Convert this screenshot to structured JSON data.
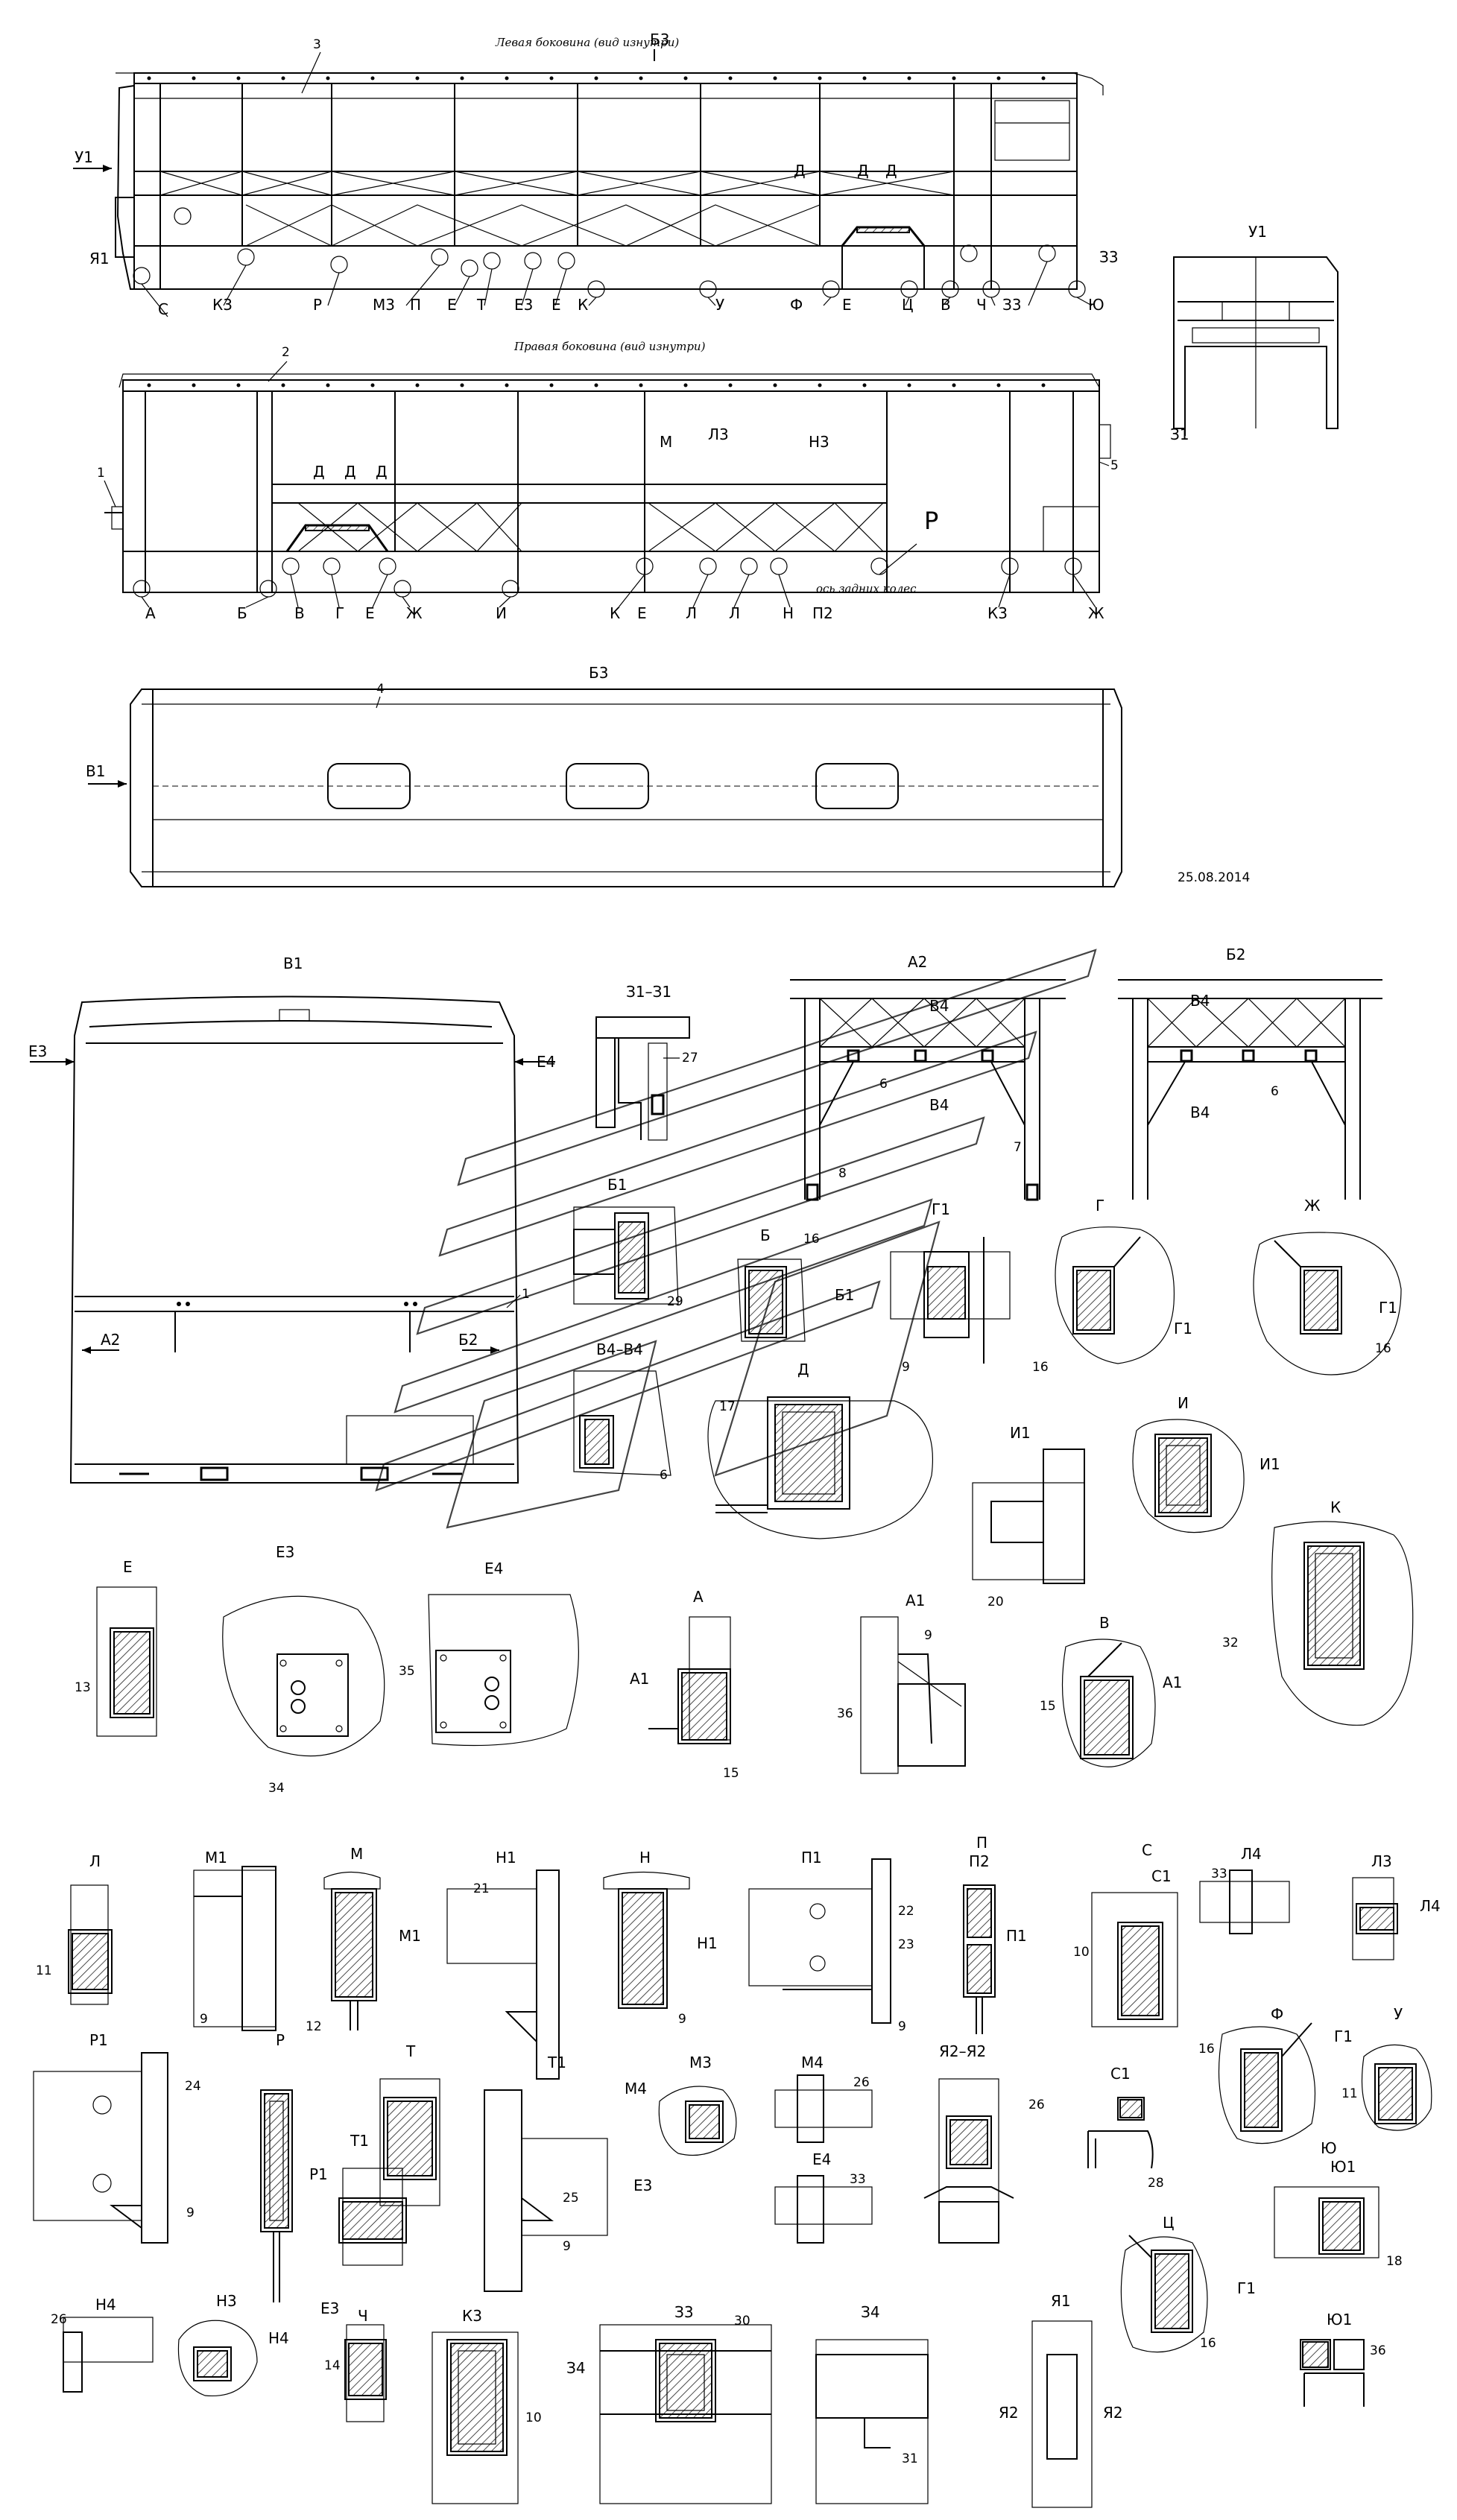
{
  "views": {
    "left_side_title": "Левая боковина (вид изнутри)",
    "right_side_title": "Правая боковина (вид изнутри)",
    "rear_axle_note": "ось задних колес",
    "date": "25.08.2014",
    "view_B3": "Б3",
    "view_U1": "У1",
    "view_V1": "В1",
    "view_Z1": "З1",
    "view_Z1Z1": "З1–З1",
    "view_A2": "А2",
    "view_B2": "Б2",
    "view_B1": "Б1",
    "view_V4V4": "В4–В4",
    "arrow_E3": "Е3",
    "arrow_E4": "Е4",
    "arrow_A2": "А2",
    "arrow_B2": "Б2",
    "arrow_V4": "В4",
    "arrow_B1": "Б1"
  },
  "left_side_letters": [
    "С",
    "К3",
    "Р",
    "М3",
    "П",
    "Е",
    "Т",
    "Е3",
    "Е",
    "К",
    "У",
    "Ф",
    "Е",
    "Ц",
    "В",
    "Ч",
    "З3",
    "Ю"
  ],
  "left_side_extra": [
    "Я1",
    "З3",
    "Д",
    "Д",
    "Д",
    "У1"
  ],
  "right_side_letters": [
    "А",
    "Б",
    "В",
    "Г",
    "Е",
    "Ж",
    "И",
    "К",
    "Е",
    "Л",
    "Л",
    "Н",
    "П2",
    "К3",
    "Ж"
  ],
  "right_side_extra": [
    "Д",
    "Д",
    "Д",
    "М",
    "Л3",
    "Н3",
    "Р"
  ],
  "part_numbers": {
    "p1": "1",
    "p2": "2",
    "p3": "3",
    "p4": "4",
    "p5": "5",
    "p6": "6",
    "p7": "7",
    "p8": "8",
    "p9": "9",
    "p10": "10",
    "p11": "11",
    "p12": "12",
    "p13": "13",
    "p14": "14",
    "p15": "15",
    "p16": "16",
    "p17": "17",
    "p18": "18",
    "p20": "20",
    "p21": "21",
    "p22": "22",
    "p23": "23",
    "p24": "24",
    "p25": "25",
    "p26": "26",
    "p27": "27",
    "p28": "28",
    "p29": "29",
    "p30": "30",
    "p31": "31",
    "p32": "32",
    "p33": "33",
    "p34": "34",
    "p35": "35",
    "p36": "36"
  },
  "details": {
    "B": "Б",
    "G1": "Г1",
    "G": "Г",
    "Zh": "Ж",
    "D": "Д",
    "I1": "И1",
    "I": "И",
    "K": "К",
    "E": "Е",
    "E3": "Е3",
    "E4": "Е4",
    "A": "А",
    "A1": "А1",
    "V": "В",
    "L": "Л",
    "M1": "М1",
    "M": "М",
    "N1": "Н1",
    "N": "Н",
    "P1": "П1",
    "P": "П",
    "P2": "П2",
    "S": "С",
    "S1": "С1",
    "L4": "Л4",
    "L3": "Л3",
    "F": "Ф",
    "U": "У",
    "R1": "Р1",
    "R": "Р",
    "T": "Т",
    "T1": "Т1",
    "M3": "М3",
    "M4": "М4",
    "Ya2Ya2": "Я2–Я2",
    "S1b": "С1",
    "Yu": "Ю",
    "Yu1": "Ю1",
    "E3b": "Е3",
    "E4b": "Е4",
    "N4": "Н4",
    "N3": "Н3",
    "Ch": "Ч",
    "K3": "К3",
    "Z3": "З3",
    "Z4": "З4",
    "Ya1": "Я1",
    "Ts": "Ц",
    "Ya2": "Я2"
  }
}
